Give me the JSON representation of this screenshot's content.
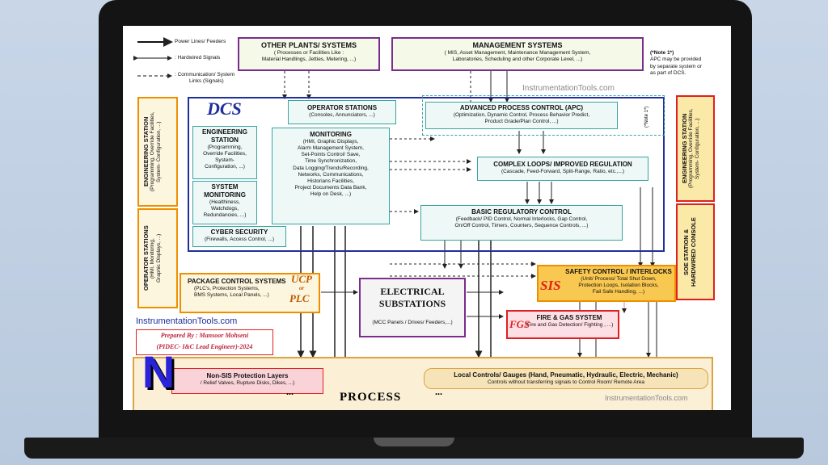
{
  "legend": {
    "power": "Power Lines/ Feeders",
    "hardwired": ": Hardwired Signals",
    "comm_1": ": Communication/ System",
    "comm_2": "Links (Signals)"
  },
  "other_plants": {
    "title": "OTHER PLANTS/ SYSTEMS",
    "line1": "( Processes or Facilities Like :",
    "line2": "Material Handlings, Jetties, Metering, ...)"
  },
  "management": {
    "title": "MANAGEMENT SYSTEMS",
    "line1": "( MIS, Asset Management, Maintenance Management System,",
    "line2": "Laboratories, Scheduling and other Corporate Level, ...)"
  },
  "note1": {
    "title": "(*Note 1*)",
    "line1": "APC may be provided",
    "line2": "by separate system or",
    "line3": "as part of DCS."
  },
  "note1_side": "(*Note 1*)",
  "watermark": "InstrumentationTools.com",
  "dcs": {
    "label": "DCS",
    "operator_stations": {
      "title": "OPERATOR STATIONS",
      "line1": "(Consoles, Annunciators, ...)"
    },
    "engineering_station": {
      "title1": "ENGINEERING",
      "title2": "STATION",
      "lines": [
        "(Programming,",
        "Override Facilities,",
        "System-",
        "Configuration, ...)"
      ]
    },
    "system_monitoring": {
      "title1": "SYSTEM",
      "title2": "MONITORING",
      "lines": [
        "(Healthiness,",
        "Watchdogs,",
        "Redundancies, ...)"
      ]
    },
    "cyber_security": {
      "title": "CYBER SECURITY",
      "line1": "(Firewalls, Access Control, ...)"
    },
    "monitoring": {
      "title": "MONITORING",
      "lines": [
        "(HMI, Graphic Displays,",
        "Alarm Management System,",
        "Set-Points Control/ Save,",
        "Time Synchronization,",
        "Data Logging/Trends/Recording,",
        "Networks, Communications,",
        "Historians Facilities,",
        "Project Documents Data Bank,",
        "Help on Desk,    ...)"
      ]
    }
  },
  "apc": {
    "title": "ADVANCED PROCESS CONTROL (APC)",
    "line1": "(Optimization, Dynamic Control, Process Behavior Predict,",
    "line2": "Product Grade/Plan Control, ...)"
  },
  "complex_loops": {
    "title": "COMPLEX LOOPS/ IMPROVED REGULATION",
    "line1": "(Cascade, Feed-Forward, Split-Range, Ratio,  etc.,...)"
  },
  "basic_control": {
    "title": "BASIC REGULATORY CONTROL",
    "line1": "(Feedback/ PID Control, Normal Interlocks, Gap Control,",
    "line2": "On/Off Control, Timers, Counters, Sequence Controls, ...)"
  },
  "left_engineering": {
    "title": "ENGINEERING STATION",
    "line1": "(Programming, Override Facilities,",
    "line2": "System- Configuration, ...)"
  },
  "left_operator": {
    "title": "OPERATOR STATIONS",
    "line1": "(HMI, Monitoring,",
    "line2": "Graphic Displays, ...)"
  },
  "right_engineering": {
    "title": "ENGINEERING STATION",
    "line1": "(Programming, Override Facilities,",
    "line2": "System- Configuration, ...)"
  },
  "right_sos": {
    "title1": "SOE STATION &",
    "title2": "HARDWIRED CONSOLE"
  },
  "package": {
    "title": "PACKAGE CONTROL SYSTEMS",
    "line1": "(PLC's, Protection Systems,",
    "line2": "BMS Systems, Local Panels, ...)",
    "ucp": "UCP",
    "or": "or",
    "plc": "PLC"
  },
  "electrical": {
    "title1": "ELECTRICAL",
    "title2": "SUBSTATIONS",
    "line1": "(MCC Panels / Drives/ Feeders,...)"
  },
  "sis": {
    "title": "SAFETY CONTROL / INTERLOCKS",
    "label": "SIS",
    "lines": [
      "(Unit/ Process/ Total Shut Down,",
      "Protection Loops, Isolation Blocks,",
      "Fail Safe Handling,  ...)"
    ]
  },
  "fgs": {
    "title": "FIRE & GAS SYSTEM",
    "label": "FGS",
    "line1": "(Fire and Gas Detection/ Fighting , ...)"
  },
  "prepared": {
    "line1": "Prepared By : Mansoor Mohseni",
    "line2": "(PIDEC- I&C Lead Engineer)-2024"
  },
  "non_sis": {
    "title": "Non-SIS Protection Layers",
    "line1": "/ Relief Valves, Rupture Disks, Dikes, ...)"
  },
  "local": {
    "title": "Local Controls/ Gauges (Hand, Pneumatic, Hydraulic, Electric, Mechanic)",
    "line1": "Controls without transferring signals to Control Room/ Remote Area"
  },
  "process": {
    "dots_l": "...",
    "title": "PROCESS",
    "dots_r": "..."
  },
  "logo_letter": "N",
  "colors": {
    "purple": "#7a2d8c",
    "navy": "#1f2f9c",
    "teal": "#3aa3a0",
    "orange": "#ef8f00",
    "red": "#e02020",
    "tan": "#d9a441"
  }
}
